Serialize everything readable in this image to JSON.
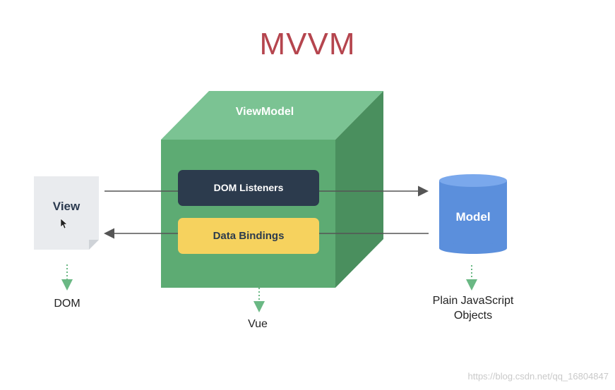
{
  "title": "MVVM",
  "view": {
    "label": "View",
    "caption": "DOM"
  },
  "viewmodel": {
    "label": "ViewModel",
    "caption": "Vue",
    "dom_listeners": "DOM Listeners",
    "data_bindings": "Data Bindings"
  },
  "model": {
    "label": "Model",
    "caption_line1": "Plain JavaScript",
    "caption_line2": "Objects"
  },
  "watermark": "https://blog.csdn.net/qq_16804847",
  "colors": {
    "title": "#b5454e",
    "cube_front": "#5dab73",
    "cube_top": "#7bc393",
    "cube_side": "#4a8f5e",
    "dom_listeners": "#2c3b4d",
    "data_bindings": "#f6d25e",
    "model": "#5b8fdc",
    "dotted_arrow": "#6ab884"
  },
  "icons": [
    "document-icon",
    "database-icon",
    "mouse-cursor-icon"
  ]
}
